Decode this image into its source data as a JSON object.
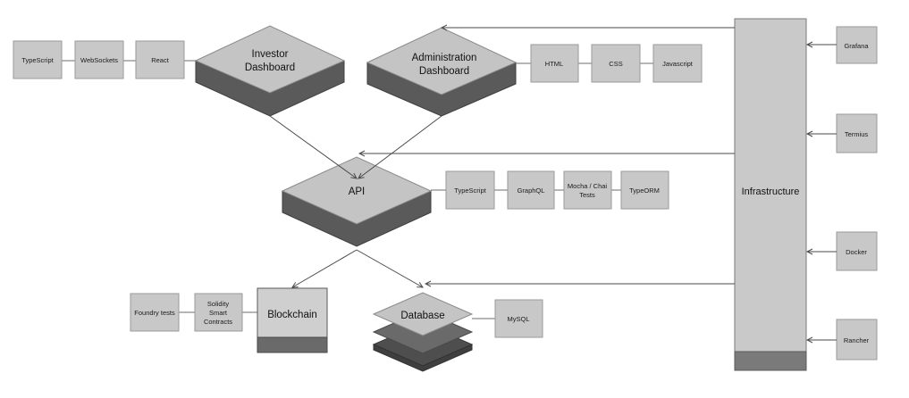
{
  "investor": {
    "title_line1": "Investor",
    "title_line2": "Dashboard",
    "tech": [
      "TypeScript",
      "WebSockets",
      "React"
    ]
  },
  "admin": {
    "title_line1": "Administration",
    "title_line2": "Dashboard",
    "tech": [
      "HTML",
      "CSS",
      "Javascript"
    ]
  },
  "api": {
    "title": "API",
    "tech": [
      {
        "line1": "TypeScript",
        "line2": ""
      },
      {
        "line1": "GraphQL",
        "line2": ""
      },
      {
        "line1": "Mocha / Chai",
        "line2": "Tests"
      },
      {
        "line1": "TypeORM",
        "line2": ""
      }
    ]
  },
  "blockchain": {
    "title": "Blockchain",
    "tech": [
      {
        "line1": "Foundry tests",
        "line2": "",
        "line3": ""
      },
      {
        "line1": "Solidity",
        "line2": "Smart",
        "line3": "Contracts"
      }
    ]
  },
  "database": {
    "title": "Database",
    "tech": [
      "MySQL"
    ]
  },
  "infrastructure": {
    "title": "Infrastructure",
    "tools": [
      "Grafana",
      "Termius",
      "Docker",
      "Rancher"
    ]
  },
  "colors": {
    "box_fill": "#c8c8c8",
    "diamond_top": "#c4c4c4",
    "diamond_side": "#5a5a5a",
    "infra_fill": "#c9c9c9",
    "infra_base": "#7a7a7a"
  }
}
